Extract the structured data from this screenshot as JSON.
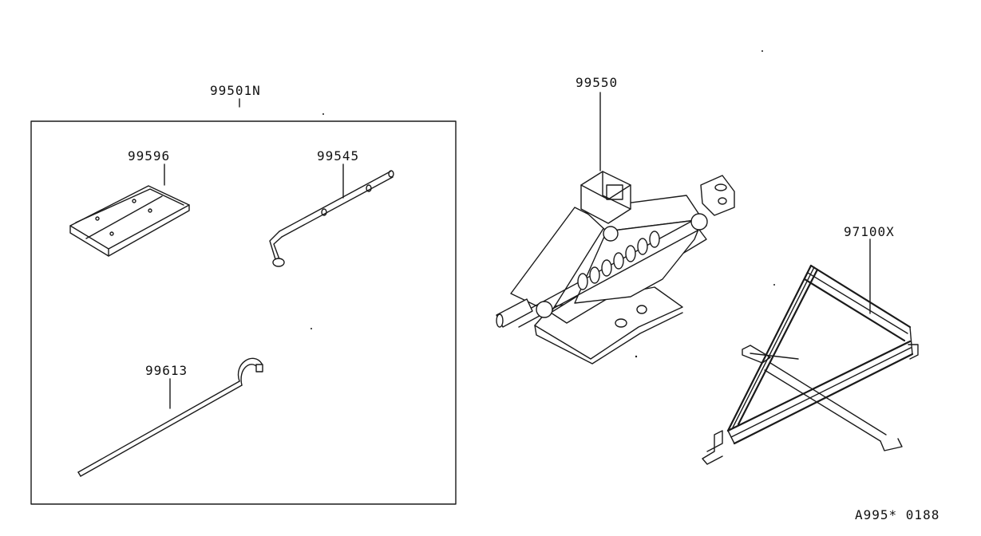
{
  "labels": {
    "kit": "99501N",
    "tray": "99596",
    "wrench": "99545",
    "handle": "99613",
    "jack": "99550",
    "triangle": "97100X",
    "code": "A995* 0188"
  }
}
